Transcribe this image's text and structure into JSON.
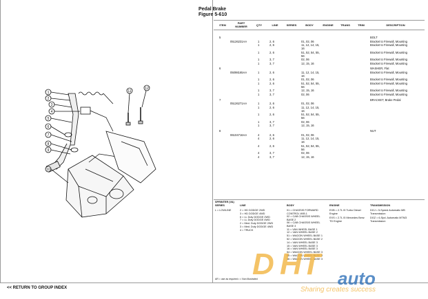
{
  "page": {
    "title": "Pedal Brake",
    "figure": "Figure 5-610"
  },
  "headers": [
    "ITEM",
    "PART NUMBER",
    "QTY",
    "LINE",
    "SERIES",
    "BODY",
    "ENGINE",
    "TRANS",
    "TRIM",
    "DESCRIPTION"
  ],
  "rows": [
    {
      "item": "5",
      "part": "",
      "qty": "",
      "line": "",
      "body": "",
      "desc": "BOLT"
    },
    {
      "item": "",
      "part": "05126231AA",
      "qty": "1",
      "line": "2, 6",
      "body": "01, 02, 06",
      "desc": "Bracket to Firewall, Mounting"
    },
    {
      "item": "",
      "part": "",
      "qty": "1",
      "line": "2, 6",
      "body": "11, 12, 14, 15, 16",
      "desc": "Bracket to Firewall, Mounting"
    },
    {
      "item": "",
      "part": "",
      "qty": "1",
      "line": "2, 6",
      "body": "51, 52, 54, 55, 56",
      "desc": "Bracket to Firewall, Mounting"
    },
    {
      "item": "",
      "part": "",
      "qty": "1",
      "line": "3, 7",
      "body": "02, 06",
      "desc": "Bracket to Firewall, Mounting"
    },
    {
      "item": "",
      "part": "",
      "qty": "1",
      "line": "3, 7",
      "body": "12, 15, 16",
      "desc": "Bracket to Firewall, Mounting"
    },
    {
      "item": "6",
      "part": "",
      "qty": "",
      "line": "",
      "body": "",
      "desc": "WASHER, Flat"
    },
    {
      "item": "",
      "part": "05098165AA",
      "qty": "1",
      "line": "2, 6",
      "body": "11, 12, 14, 15, 16",
      "desc": "Bracket to Firewall, Mounting"
    },
    {
      "item": "",
      "part": "",
      "qty": "1",
      "line": "2, 6",
      "body": "01, 02, 06",
      "desc": "Bracket to Firewall, Mounting"
    },
    {
      "item": "",
      "part": "",
      "qty": "1",
      "line": "2, 6",
      "body": "51, 52, 54, 55, 56",
      "desc": "Bracket to Firewall, Mounting"
    },
    {
      "item": "",
      "part": "",
      "qty": "1",
      "line": "3, 7",
      "body": "12, 15, 16",
      "desc": "Bracket to Firewall, Mounting"
    },
    {
      "item": "",
      "part": "",
      "qty": "1",
      "line": "3, 7",
      "body": "02, 06",
      "desc": "Bracket to Firewall, Mounting"
    },
    {
      "item": "7",
      "part": "",
      "qty": "",
      "line": "",
      "body": "",
      "desc": "BRACKET, Brake Pedal"
    },
    {
      "item": "",
      "part": "05126271AA",
      "qty": "1",
      "line": "2, 6",
      "body": "01, 02, 06",
      "desc": ""
    },
    {
      "item": "",
      "part": "",
      "qty": "1",
      "line": "2, 6",
      "body": "11, 12, 14, 15, 16",
      "desc": ""
    },
    {
      "item": "",
      "part": "",
      "qty": "1",
      "line": "2, 6",
      "body": "51, 52, 54, 55, 56",
      "desc": ""
    },
    {
      "item": "",
      "part": "",
      "qty": "1",
      "line": "3, 7",
      "body": "02, 06",
      "desc": ""
    },
    {
      "item": "",
      "part": "",
      "qty": "1",
      "line": "3, 7",
      "body": "12, 15, 16",
      "desc": ""
    },
    {
      "item": "8",
      "part": "",
      "qty": "",
      "line": "",
      "body": "",
      "desc": "NUT"
    },
    {
      "item": "",
      "part": "06104716AA",
      "qty": "4",
      "line": "2, 6",
      "body": "01, 02, 06",
      "desc": ""
    },
    {
      "item": "",
      "part": "",
      "qty": "4",
      "line": "2, 6",
      "body": "11, 12, 14, 15, 16",
      "desc": ""
    },
    {
      "item": "",
      "part": "",
      "qty": "4",
      "line": "2, 6",
      "body": "51, 52, 54, 55, 56",
      "desc": ""
    },
    {
      "item": "",
      "part": "",
      "qty": "4",
      "line": "3, 7",
      "body": "02, 06",
      "desc": ""
    },
    {
      "item": "",
      "part": "",
      "qty": "4",
      "line": "3, 7",
      "body": "12, 15, 16",
      "desc": ""
    }
  ],
  "legend": {
    "title": "SPRINTER (VA)",
    "series_h": "SERIES",
    "series": [
      "L = LOWLINE"
    ],
    "line_h": "LINE",
    "line": [
      "2 = HD DODGE 2WD",
      "3 = HD DODGE 4WD",
      "6 = LL Duty DODGE 2WD",
      "7 = LL Duty DODGE 4WD",
      "2 = Med. Duty DODGE 2WD",
      "3 = Med. Duty DODGE 4WD",
      "4 = TRUCK"
    ],
    "body_h": "BODY",
    "body": [
      "01 = CHASSIS FORWARD CONTROL W/B.1",
      "02 = CAB CHASSIS WHEEL BASE 2",
      "06 = CAB CHASSIS WHEEL BASE 3",
      "11 = VAN WHEEL BASE 1",
      "12 = VAN WHEEL BASE 2",
      "51 = WAGON WHEEL BASE 1",
      "52 = WAGON WHEEL BASE 2",
      "14 = VAN WHEEL BASE 3",
      "15 = VAN WHEEL BASE 3",
      "16 = VAN WHEEL BASE 3",
      "54 = WAGON WHEEL BASE 3",
      "55 = WAGON WHEEL BASE 3",
      "56 = WAGON WHEEL BASE 3"
    ],
    "engine_h": "ENGINE",
    "engine": [
      "EXB = 2.7L I5 Turbo Diesel Engine",
      "EXS = 2.7L I5 Mercedes Benz TD Engine"
    ],
    "trans_h": "TRANSMISSION",
    "trans": [
      "DGJ = 5-Speed Automatic MB Transmission",
      "DGZ = 6-Spd. Automatic MTM3 Transmission"
    ]
  },
  "footer": {
    "back_link": "<< RETURN TO GROUP INDEX",
    "note": "AR = use as required      • = Non Illustrated"
  },
  "watermark": {
    "brand_a": "D",
    "brand_b": "HT",
    "brand_c": "auto",
    "tagline": "Sharing creates success"
  },
  "callouts": [
    "1",
    "2",
    "3",
    "4",
    "5",
    "6",
    "7",
    "8",
    "9",
    "10",
    "11",
    "12"
  ],
  "colors": {
    "watermark_orange": "#f2b33d",
    "watermark_blue": "#2d6fb8"
  }
}
